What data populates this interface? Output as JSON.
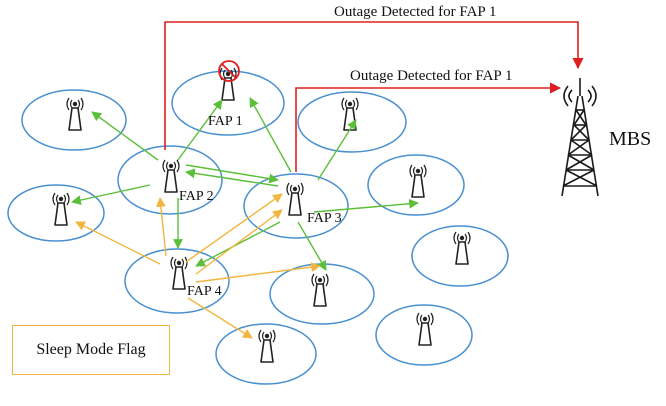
{
  "colors": {
    "cell_border": "#4a8fd0",
    "green_arrow": "#5cbf3a",
    "orange_arrow": "#f2b640",
    "red_arrow": "#e02020",
    "outage_mark": "#e02020"
  },
  "labels": {
    "outage_top": "Outage Detected for FAP 1",
    "outage_mid": "Outage Detected for FAP 1",
    "mbs": "MBS",
    "fap1": "FAP 1",
    "fap2": "FAP 2",
    "fap3": "FAP 3",
    "fap4": "FAP 4",
    "sleep_flag": "Sleep Mode Flag"
  },
  "icons": {
    "femto": "antenna-tower-icon",
    "macro": "lattice-tower-icon",
    "outage": "no-signal-icon"
  }
}
